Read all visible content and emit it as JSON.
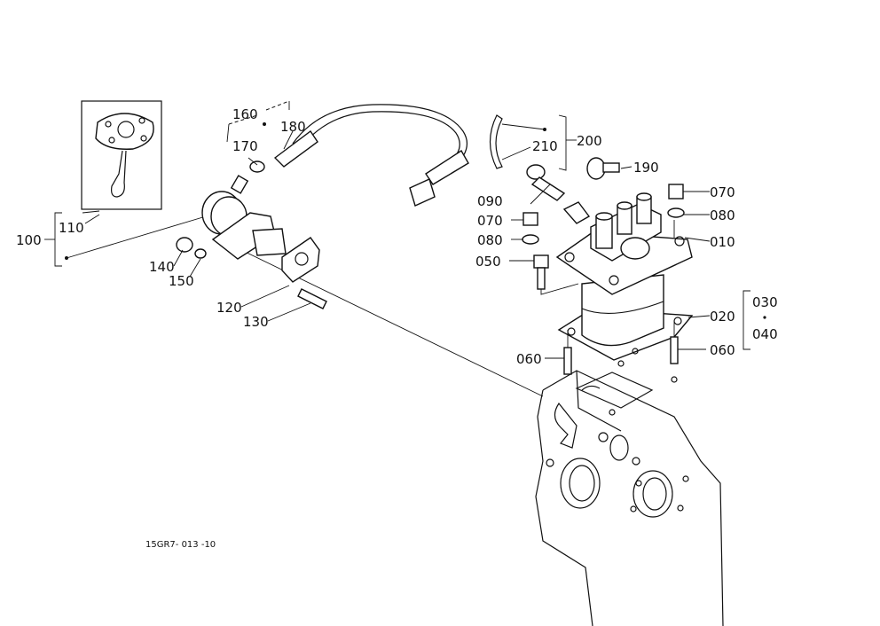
{
  "diagram": {
    "drawing_code": "15GR7- 013 -10",
    "labels": {
      "p010": "010",
      "p020": "020",
      "p030": "030",
      "p040": "040",
      "p050": "050",
      "p060a": "060",
      "p060b": "060",
      "p070a": "070",
      "p070b": "070",
      "p080a": "080",
      "p080b": "080",
      "p090": "090",
      "p100": "100",
      "p110": "110",
      "p120": "120",
      "p130": "130",
      "p140": "140",
      "p150": "150",
      "p160": "160",
      "p170": "170",
      "p180": "180",
      "p190": "190",
      "p200": "200",
      "p210": "210"
    }
  }
}
